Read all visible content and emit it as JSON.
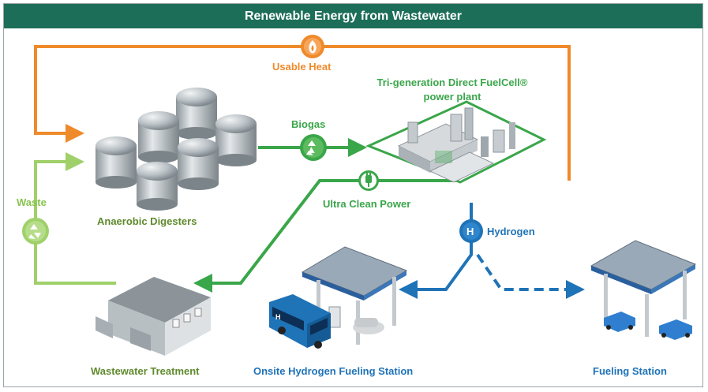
{
  "title": "Renewable Energy from Wastewater",
  "nodes": {
    "anaerobic_digesters": "Anaerobic Digesters",
    "fuel_cell_line1": "Tri-generation Direct FuelCell®",
    "fuel_cell_line2": "power plant",
    "wastewater_treatment": "Wastewater Treatment",
    "onsite_station": "Onsite Hydrogen Fueling Station",
    "fueling_station": "Fueling Station"
  },
  "flows": {
    "usable_heat": "Usable Heat",
    "biogas": "Biogas",
    "ultra_clean_power": "Ultra Clean Power",
    "hydrogen": "Hydrogen",
    "waste": "Waste"
  },
  "icons": [
    "flame-icon",
    "recycle-icon",
    "plug-icon",
    "hydrogen-icon"
  ],
  "colors": {
    "header": "#1d6e58",
    "heat": "#ef8a2b",
    "biogas": "#3aa64a",
    "power": "#3aa64a",
    "waste": "#9fd06a",
    "hydrogen": "#1f73b7"
  }
}
